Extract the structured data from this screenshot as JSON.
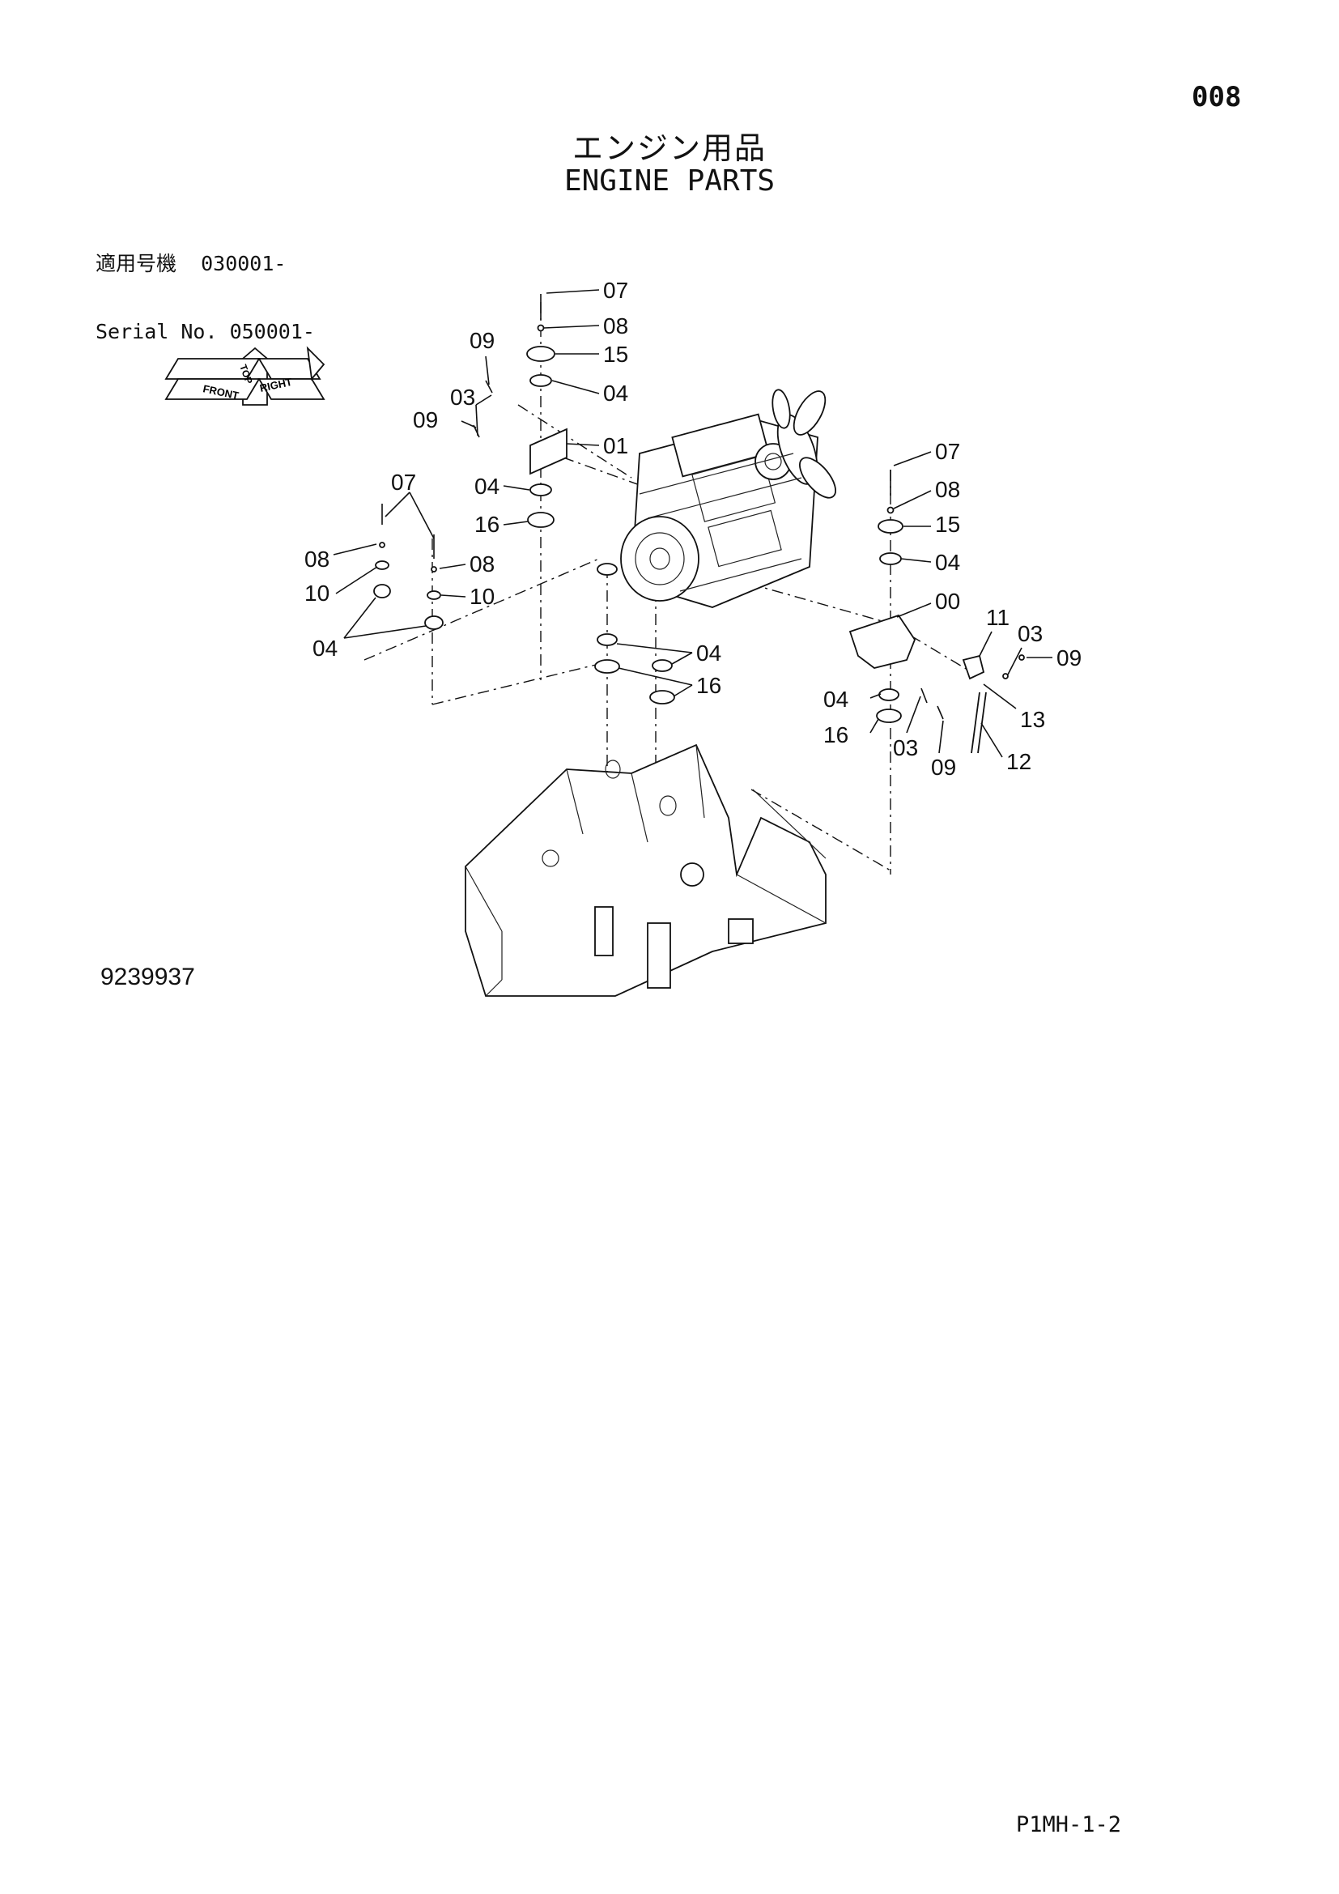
{
  "page": {
    "number": "008",
    "title_jp": "エンジン用品",
    "title_en": "ENGINE PARTS",
    "serial_lines": [
      "適用号機  030001-",
      "Serial No. 050001-"
    ],
    "drawing_code": "9239937",
    "footer_code": "P1MH-1-2"
  },
  "orientation_icon": {
    "labels": [
      "TOP",
      "FRONT",
      "RIGHT"
    ]
  },
  "callouts": [
    "07",
    "08",
    "15",
    "04",
    "09",
    "03",
    "09",
    "01",
    "07",
    "04",
    "16",
    "08",
    "08",
    "10",
    "10",
    "04",
    "04",
    "16",
    "07",
    "08",
    "15",
    "04",
    "00",
    "11",
    "03",
    "09",
    "13",
    "04",
    "16",
    "03",
    "09",
    "12"
  ]
}
